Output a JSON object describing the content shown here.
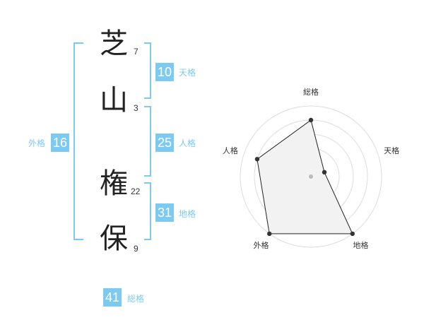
{
  "name": {
    "chars": [
      {
        "char": "芝",
        "strokes": "7"
      },
      {
        "char": "山",
        "strokes": "3"
      },
      {
        "char": "権",
        "strokes": "22"
      },
      {
        "char": "保",
        "strokes": "9"
      }
    ]
  },
  "grades": {
    "tenkaku": {
      "value": "10",
      "label": "天格"
    },
    "jinkaku": {
      "value": "25",
      "label": "人格"
    },
    "chikaku": {
      "value": "31",
      "label": "地格"
    },
    "gaikaku": {
      "value": "16",
      "label": "外格"
    },
    "soukaku": {
      "value": "41",
      "label": "総格"
    }
  },
  "colors": {
    "accent": "#7ccaf0",
    "text": "#222222",
    "radar_fill": "#f2f2f2",
    "radar_ring": "#dddddd"
  },
  "chart_data": {
    "type": "radar",
    "axes": [
      "総格",
      "天格",
      "地格",
      "外格",
      "人格"
    ],
    "values": [
      4,
      1,
      5,
      5,
      4
    ],
    "range": [
      0,
      5
    ],
    "rings": 5,
    "grid": true
  }
}
